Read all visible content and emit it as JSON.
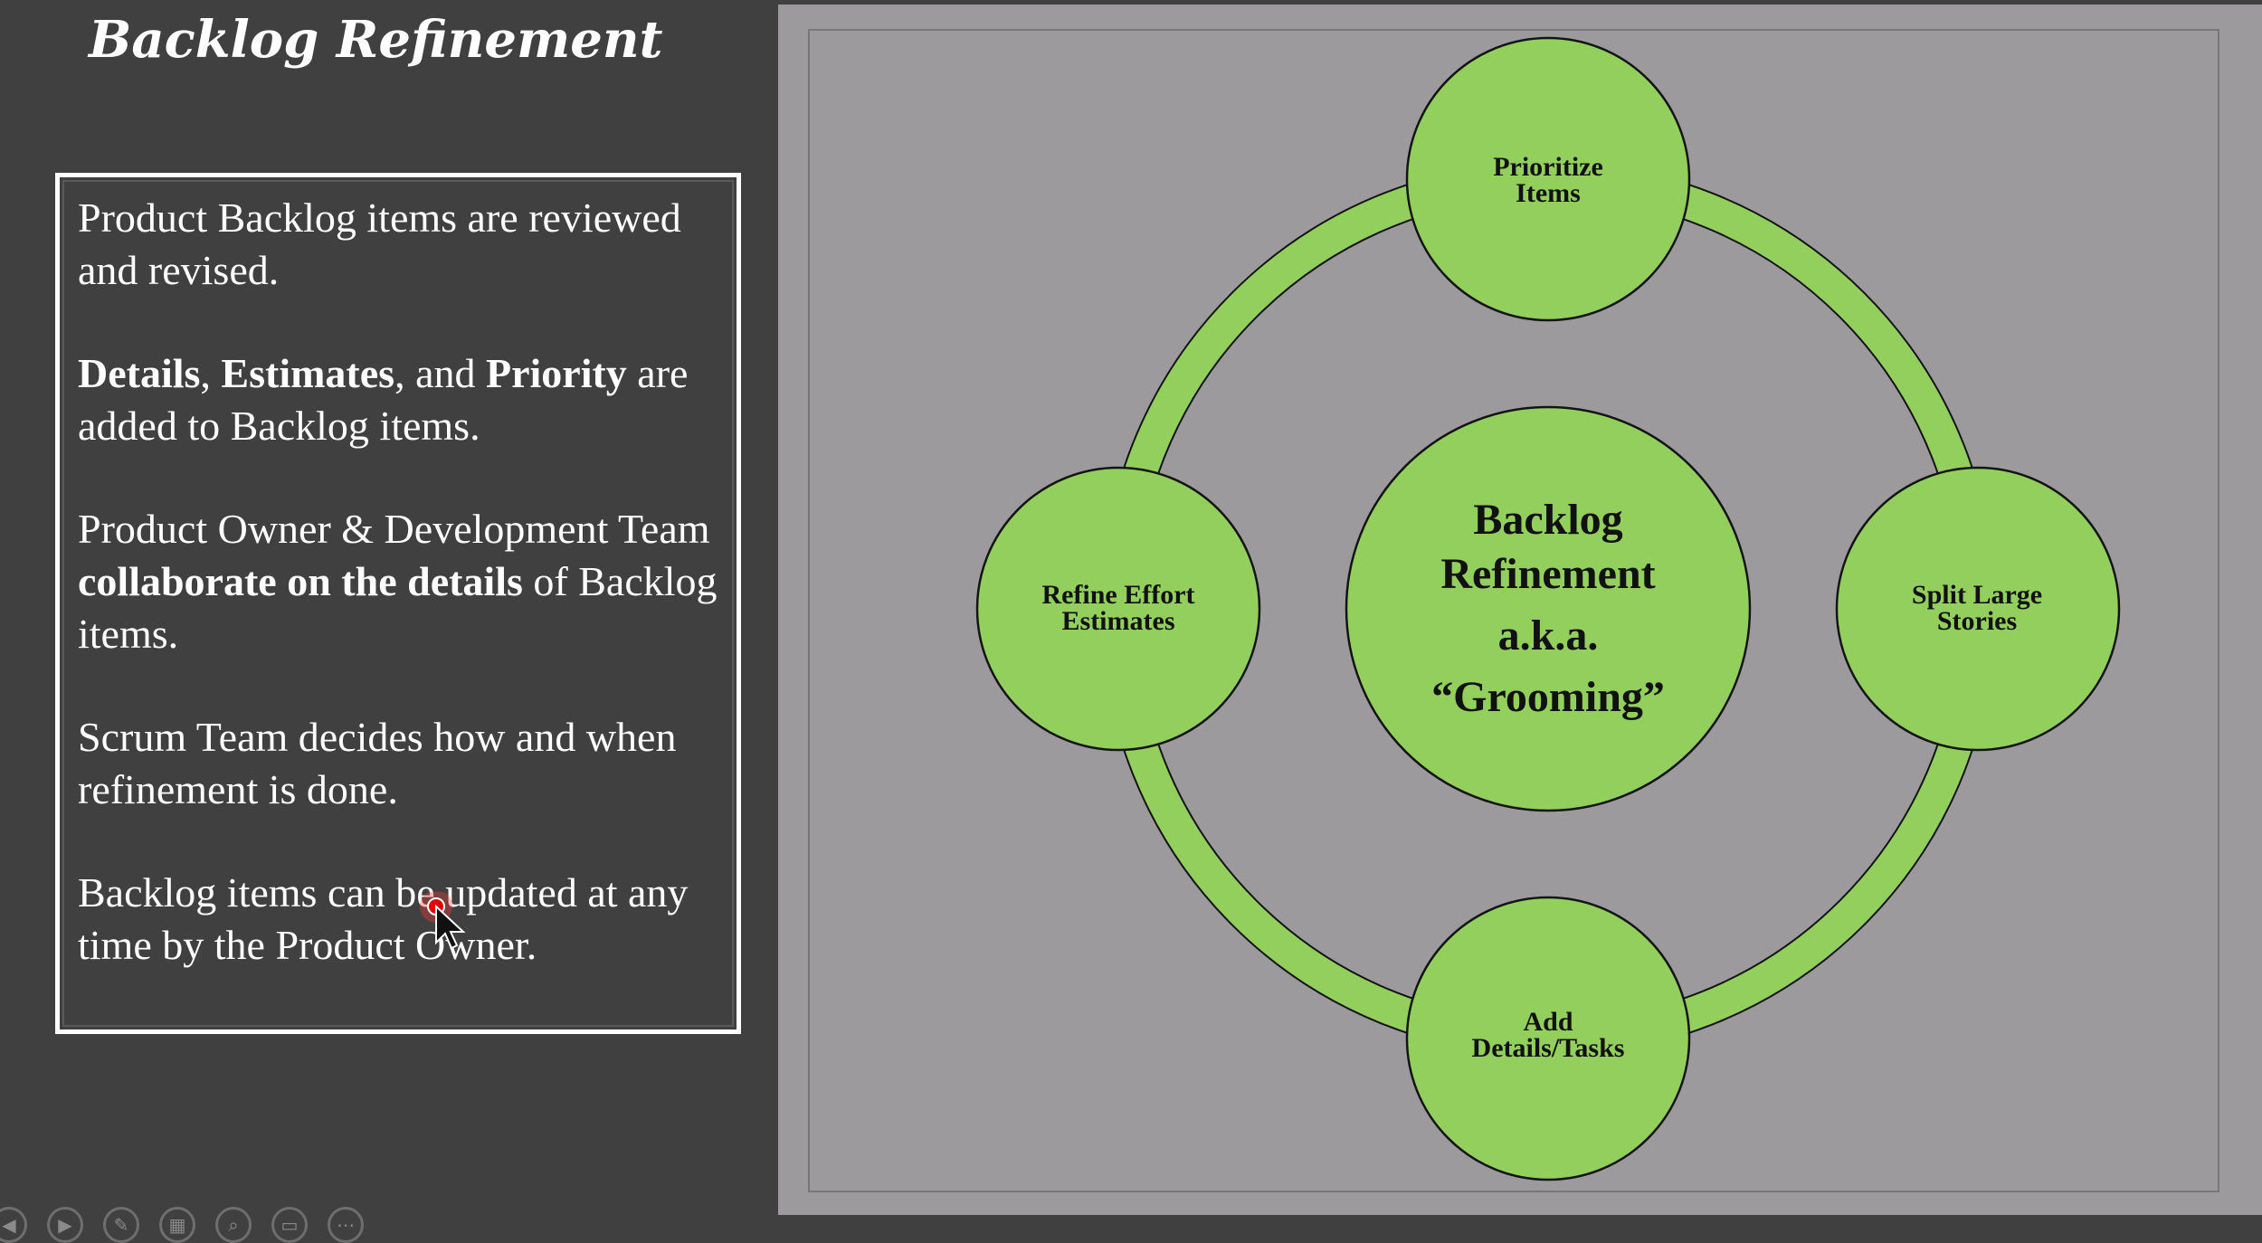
{
  "slide": {
    "title": "Backlog Refinement",
    "paragraphs": [
      [
        {
          "t": "Product Backlog items are reviewed and revised.",
          "b": false
        }
      ],
      [
        {
          "t": "Details",
          "b": true
        },
        {
          "t": ", ",
          "b": false
        },
        {
          "t": "Estimates",
          "b": true
        },
        {
          "t": ", and ",
          "b": false
        },
        {
          "t": "Priority",
          "b": true
        },
        {
          "t": " are added to Backlog items.",
          "b": false
        }
      ],
      [
        {
          "t": "Product Owner & Development Team ",
          "b": false
        },
        {
          "t": "collaborate on the details",
          "b": true
        },
        {
          "t": " of Backlog items.",
          "b": false
        }
      ],
      [
        {
          "t": "Scrum Team decides how and when refinement is done.",
          "b": false
        }
      ],
      [
        {
          "t": "Backlog items can be updated at any time by the Product Owner.",
          "b": false
        }
      ]
    ]
  },
  "diagram": {
    "center": [
      "Backlog",
      "Refinement",
      "a.k.a.",
      "“Grooming”"
    ],
    "nodes": {
      "top": [
        "Prioritize",
        "Items"
      ],
      "right": [
        "Split Large",
        "Stories"
      ],
      "bottom": [
        "Add",
        "Details/Tasks"
      ],
      "left": [
        "Refine Effort",
        "Estimates"
      ]
    },
    "colors": {
      "fill": "#92cf5c",
      "stroke": "#141414",
      "panel": "#9c9a9d"
    }
  },
  "toolbar": {
    "buttons": [
      {
        "name": "previous-slide-button",
        "icon": "◀"
      },
      {
        "name": "next-slide-button",
        "icon": "▶"
      },
      {
        "name": "pen-tool-button",
        "icon": "✎"
      },
      {
        "name": "see-all-slides-button",
        "icon": "▦"
      },
      {
        "name": "zoom-button",
        "icon": "⌕"
      },
      {
        "name": "subtitles-button",
        "icon": "▭"
      },
      {
        "name": "more-options-button",
        "icon": "⋯"
      }
    ]
  }
}
